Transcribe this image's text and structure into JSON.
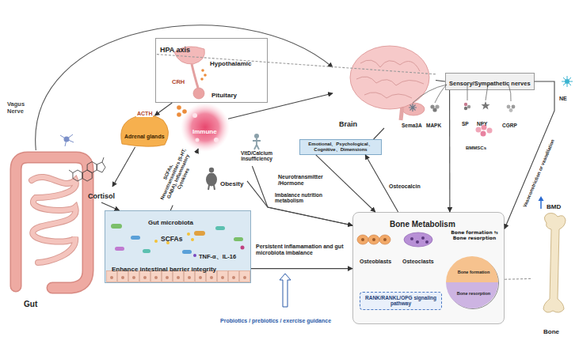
{
  "diagram": {
    "nodes": [
      {
        "text": [
          "HPA axis",
          "Hypothalamic",
          "CRH",
          "Pituitary"
        ]
      },
      {
        "text": [
          "Brain"
        ]
      },
      {
        "text": [
          "Gut"
        ]
      },
      {
        "text": [
          "Adrenal glands"
        ]
      },
      {
        "text": [
          "Cortisol"
        ]
      },
      {
        "text": [
          "Immune"
        ]
      },
      {
        "text": [
          "Gut microbiota",
          "SCFAs",
          "TNF-α、IL-16",
          "Enhance intestinal barrier integrity"
        ]
      },
      {
        "text": [
          "VitD/Calcium insufficiency"
        ]
      },
      {
        "text": [
          "Obesity"
        ]
      },
      {
        "text": [
          "Emotional、Psychological、Cognitive、Dimensions"
        ]
      },
      {
        "text": [
          "Sensory/Sympathetic nerves"
        ]
      },
      {
        "text": [
          "Bone Metabolism",
          "Osteoblasts",
          "Osteoclasts",
          "Bone formation ⇆ Bone resorption"
        ]
      },
      {
        "text": [
          "Bone formation",
          "Bone resorption"
        ],
        "in": 11
      },
      {
        "text": [
          "RANK/RANKL/OPG signaling pathway"
        ],
        "in": 11
      },
      {
        "text": [
          "BMD",
          "Bone"
        ]
      }
    ],
    "edges": [
      {
        "from": 2,
        "to": 1,
        "arrow": "to",
        "label": "Vagus Nerve"
      },
      {
        "from": 1,
        "to": 0,
        "arrow": "none"
      },
      {
        "from": 0,
        "to": 3,
        "arrow": "to",
        "label": "ACTH"
      },
      {
        "from": 3,
        "to": 4,
        "arrow": "to"
      },
      {
        "from": 4,
        "to": 6,
        "arrow": "to"
      },
      {
        "from": 6,
        "to": 5,
        "arrow": "to",
        "label": "SCFAs, Neurotransmitters (5-HT, GABA), Inflammatory Cytokines"
      },
      {
        "from": 5,
        "to": 1,
        "arrow": "to"
      },
      {
        "from": 1,
        "to": 9,
        "arrow": "none"
      },
      {
        "from": 9,
        "to": 11,
        "arrow": "to",
        "label": "Neurotransmitter /Hormone"
      },
      {
        "from": 11,
        "to": 9,
        "arrow": "to",
        "label": "Osteocalcin"
      },
      {
        "from": 1,
        "to": 10,
        "arrow": "none"
      },
      {
        "from": 10,
        "to": 11,
        "arrow": "to"
      },
      {
        "from": 10,
        "to": 11,
        "arrow": "to",
        "label": "Vasoconstriction or vasodilation"
      },
      {
        "from": 7,
        "to": 11,
        "arrow": "to",
        "label": "Imbalance nutrition metabolism"
      },
      {
        "from": 8,
        "to": 11,
        "arrow": "to"
      },
      {
        "from": 6,
        "to": 11,
        "arrow": "to",
        "label": "Persistent inflamamation and gut microbiota imbalance"
      },
      {
        "from": 11,
        "to": 14,
        "arrow": "none"
      }
    ],
    "labels": [
      "Sema3A",
      "MAPK",
      "SP",
      "NPY",
      "CGRP",
      "BMMSCs",
      "NE",
      "Probiotics / prebiotics / exercise guidance"
    ]
  }
}
